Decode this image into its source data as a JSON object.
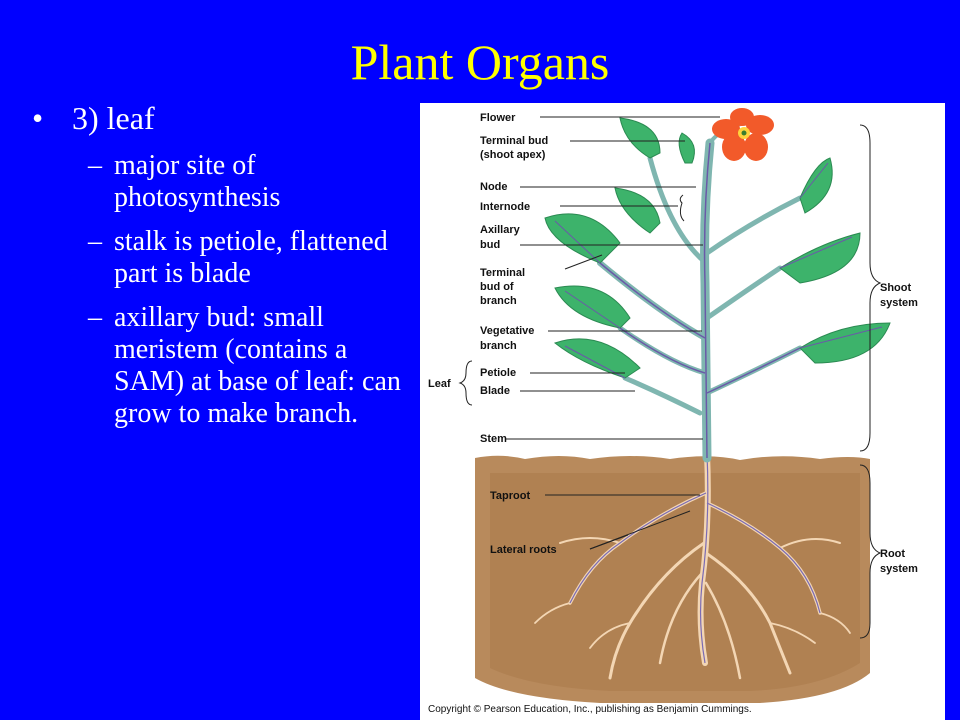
{
  "slide": {
    "title": "Plant Organs",
    "bullet": "3) leaf",
    "dash": "–",
    "dot": "•",
    "subpoints": [
      "major site of photosynthesis",
      "stalk is petiole, flattened part is blade",
      "axillary bud: small meristem (contains a SAM) at base of leaf: can grow to make branch."
    ]
  },
  "figure": {
    "labels": {
      "flower": "Flower",
      "terminal_bud": "Terminal bud",
      "shoot_apex": "(shoot apex)",
      "node": "Node",
      "internode": "Internode",
      "axillary": "Axillary",
      "bud": "bud",
      "terminal": "Terminal",
      "bud_of": "bud of",
      "branch": "branch",
      "vegetative": "Vegetative",
      "veg_branch": "branch",
      "petiole": "Petiole",
      "blade": "Blade",
      "leaf": "Leaf",
      "stem": "Stem",
      "taproot": "Taproot",
      "lateral_roots": "Lateral roots",
      "shoot": "Shoot",
      "shoot_system": "system",
      "root": "Root",
      "root_system": "system"
    },
    "copyright": "Copyright © Pearson Education, Inc., publishing as Benjamin Cummings.",
    "colors": {
      "leaf": "#3db36b",
      "leaf_vein": "#6a5aa8",
      "stem": "#7fb6b0",
      "flower": "#f25a2a",
      "soil": "#b88a5c",
      "root": "#f3d6b4"
    }
  }
}
